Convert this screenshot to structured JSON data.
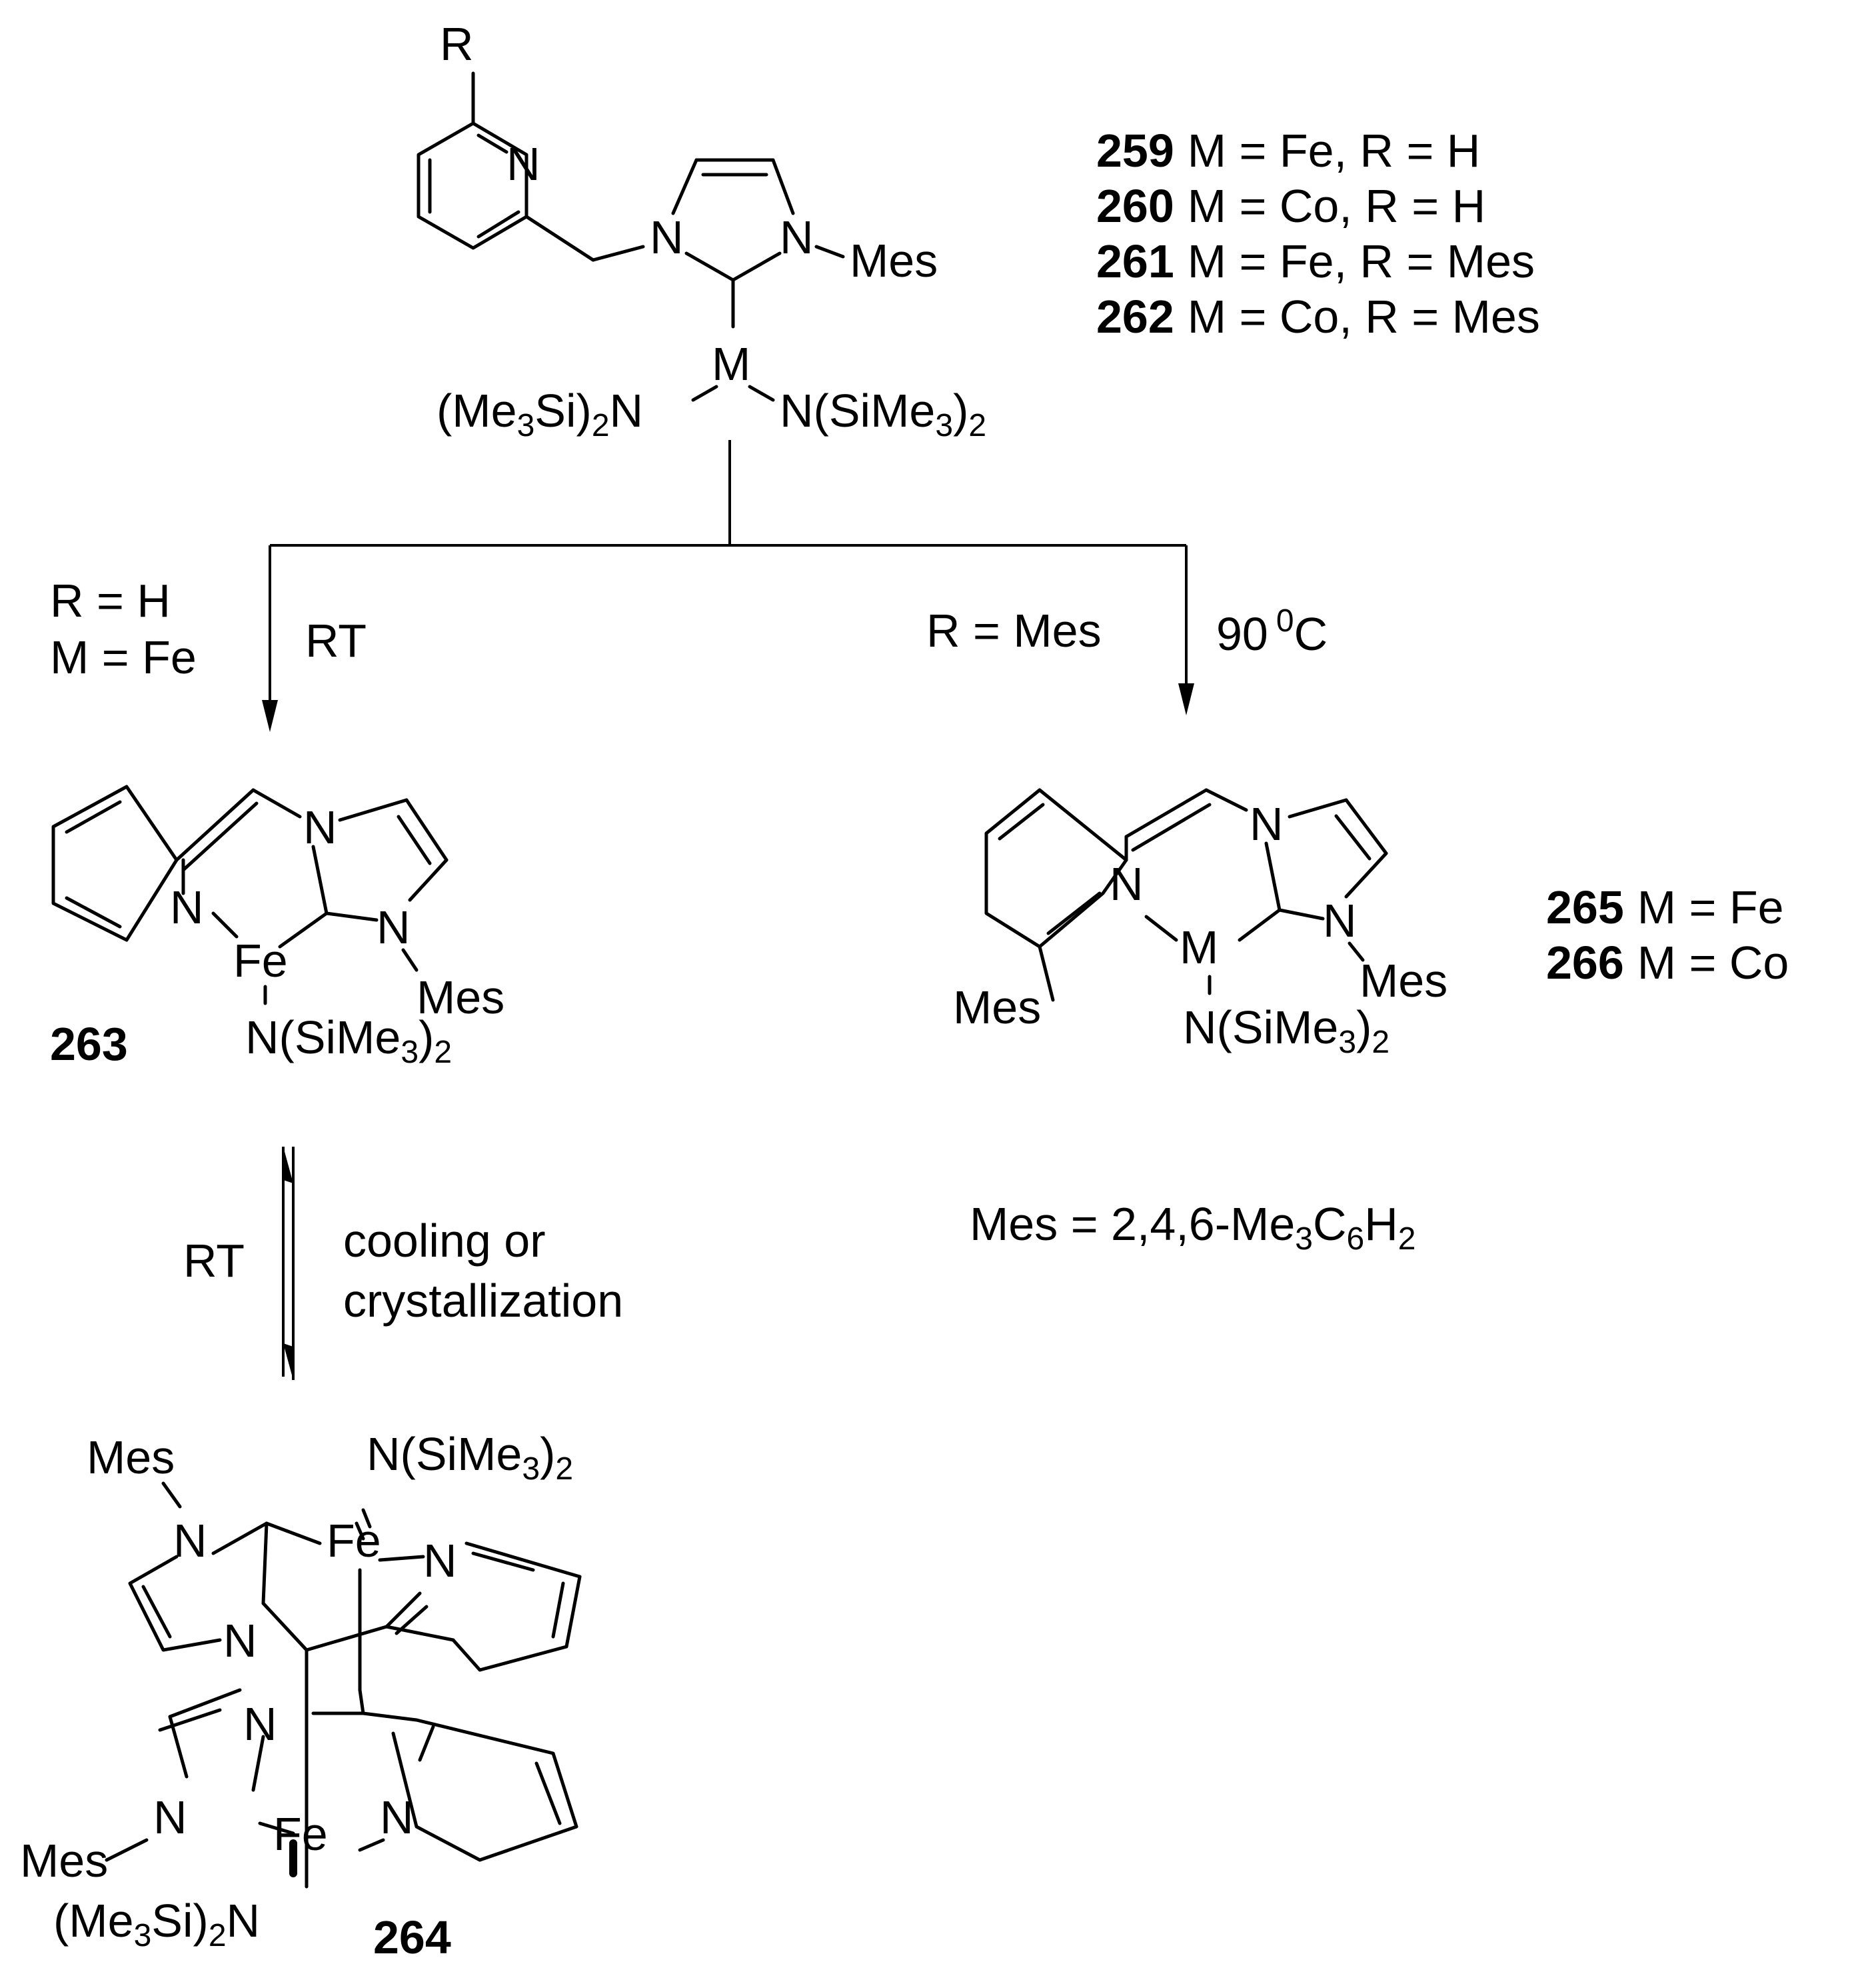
{
  "reactant": {
    "atoms": {
      "R": "R",
      "N_pyridine": "N",
      "N1": "N",
      "N2": "N",
      "Mes": "Mes",
      "M": "M",
      "amide_left": "(Me3Si)2N",
      "amide_right": "N(SiMe3)2"
    },
    "legend": [
      {
        "number": "259",
        "text": "M = Fe, R = H"
      },
      {
        "number": "260",
        "text": "M = Co, R = H"
      },
      {
        "number": "261",
        "text": "M = Fe, R = Mes"
      },
      {
        "number": "262",
        "text": "M = Co, R = Mes"
      }
    ]
  },
  "branch_left": {
    "condition_line1": "R = H",
    "condition_line2": "M = Fe",
    "reagent": "RT"
  },
  "branch_right": {
    "condition": "R = Mes",
    "reagent_number": "90",
    "reagent_sup": "0",
    "reagent_unit": "C"
  },
  "compound_263": {
    "label": "263",
    "atoms": {
      "N_py": "N",
      "N_top": "N",
      "N_mes": "N",
      "Fe": "Fe",
      "Mes": "Mes",
      "amide": "N(SiMe3)2"
    }
  },
  "compound_265": {
    "atoms": {
      "N_py": "N",
      "N_top": "N",
      "N_mes": "N",
      "M": "M",
      "Mes_right": "Mes",
      "Mes_left": "Mes",
      "amide": "N(SiMe3)2"
    },
    "legend": [
      {
        "number": "265",
        "text": "M = Fe"
      },
      {
        "number": "266",
        "text": "M = Co"
      }
    ]
  },
  "mes_definition": "Mes = 2,4,6-Me3C6H2",
  "equilibrium": {
    "left_label": "RT",
    "right_line1": "cooling or",
    "right_line2": "crystallization"
  },
  "compound_264": {
    "label": "264",
    "atoms": {
      "Mes_top": "Mes",
      "amide_top": "N(SiMe3)2",
      "N_a": "N",
      "Fe_top": "Fe",
      "N_py_top": "N",
      "N_b": "N",
      "N_c": "N",
      "N_d": "N",
      "Fe_bottom": "Fe",
      "N_py_bottom": "N",
      "Mes_bottom": "Mes",
      "amide_bottom": "(Me3Si)2N"
    }
  }
}
